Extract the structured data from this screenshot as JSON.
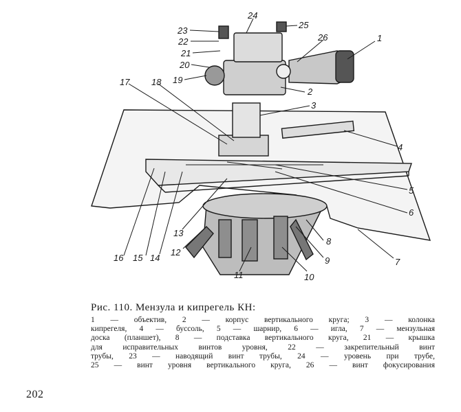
{
  "figure": {
    "labels": [
      {
        "id": "l1",
        "text": "1"
      },
      {
        "id": "l2",
        "text": "2"
      },
      {
        "id": "l3",
        "text": "3"
      },
      {
        "id": "l4",
        "text": "4"
      },
      {
        "id": "l5",
        "text": "5"
      },
      {
        "id": "l6",
        "text": "6"
      },
      {
        "id": "l7",
        "text": "7"
      },
      {
        "id": "l8",
        "text": "8"
      },
      {
        "id": "l9",
        "text": "9"
      },
      {
        "id": "l10",
        "text": "10"
      },
      {
        "id": "l11",
        "text": "11"
      },
      {
        "id": "l12",
        "text": "12"
      },
      {
        "id": "l13",
        "text": "13"
      },
      {
        "id": "l14",
        "text": "14"
      },
      {
        "id": "l15",
        "text": "15"
      },
      {
        "id": "l16",
        "text": "16"
      },
      {
        "id": "l17",
        "text": "17"
      },
      {
        "id": "l18",
        "text": "18"
      },
      {
        "id": "l19",
        "text": "19"
      },
      {
        "id": "l20",
        "text": "20"
      },
      {
        "id": "l21",
        "text": "21"
      },
      {
        "id": "l22",
        "text": "22"
      },
      {
        "id": "l23",
        "text": "23"
      },
      {
        "id": "l24",
        "text": "24"
      },
      {
        "id": "l25",
        "text": "25"
      },
      {
        "id": "l26",
        "text": "26"
      }
    ]
  },
  "caption": {
    "title": "Рис. 110. Мензула и кипрегель КН:",
    "legend_lines": [
      "1 — объектив, 2 — корпус вертикального круга; 3 — колонка",
      "кипрегеля, 4 — буссоль, 5 — шарнир, 6 — игла, 7 — мензульная",
      "доска (планшет), 8 — подставка вертикального круга, 21 — крышка",
      "для исправительных винтов уровня, 22 — закрепительный винт",
      "трубы, 23 — наводящий винт трубы, 24 — уровень при трубе,",
      "25 — винт уровня вертикального круга, 26 — винт фокусирования"
    ]
  },
  "page_number": "202"
}
